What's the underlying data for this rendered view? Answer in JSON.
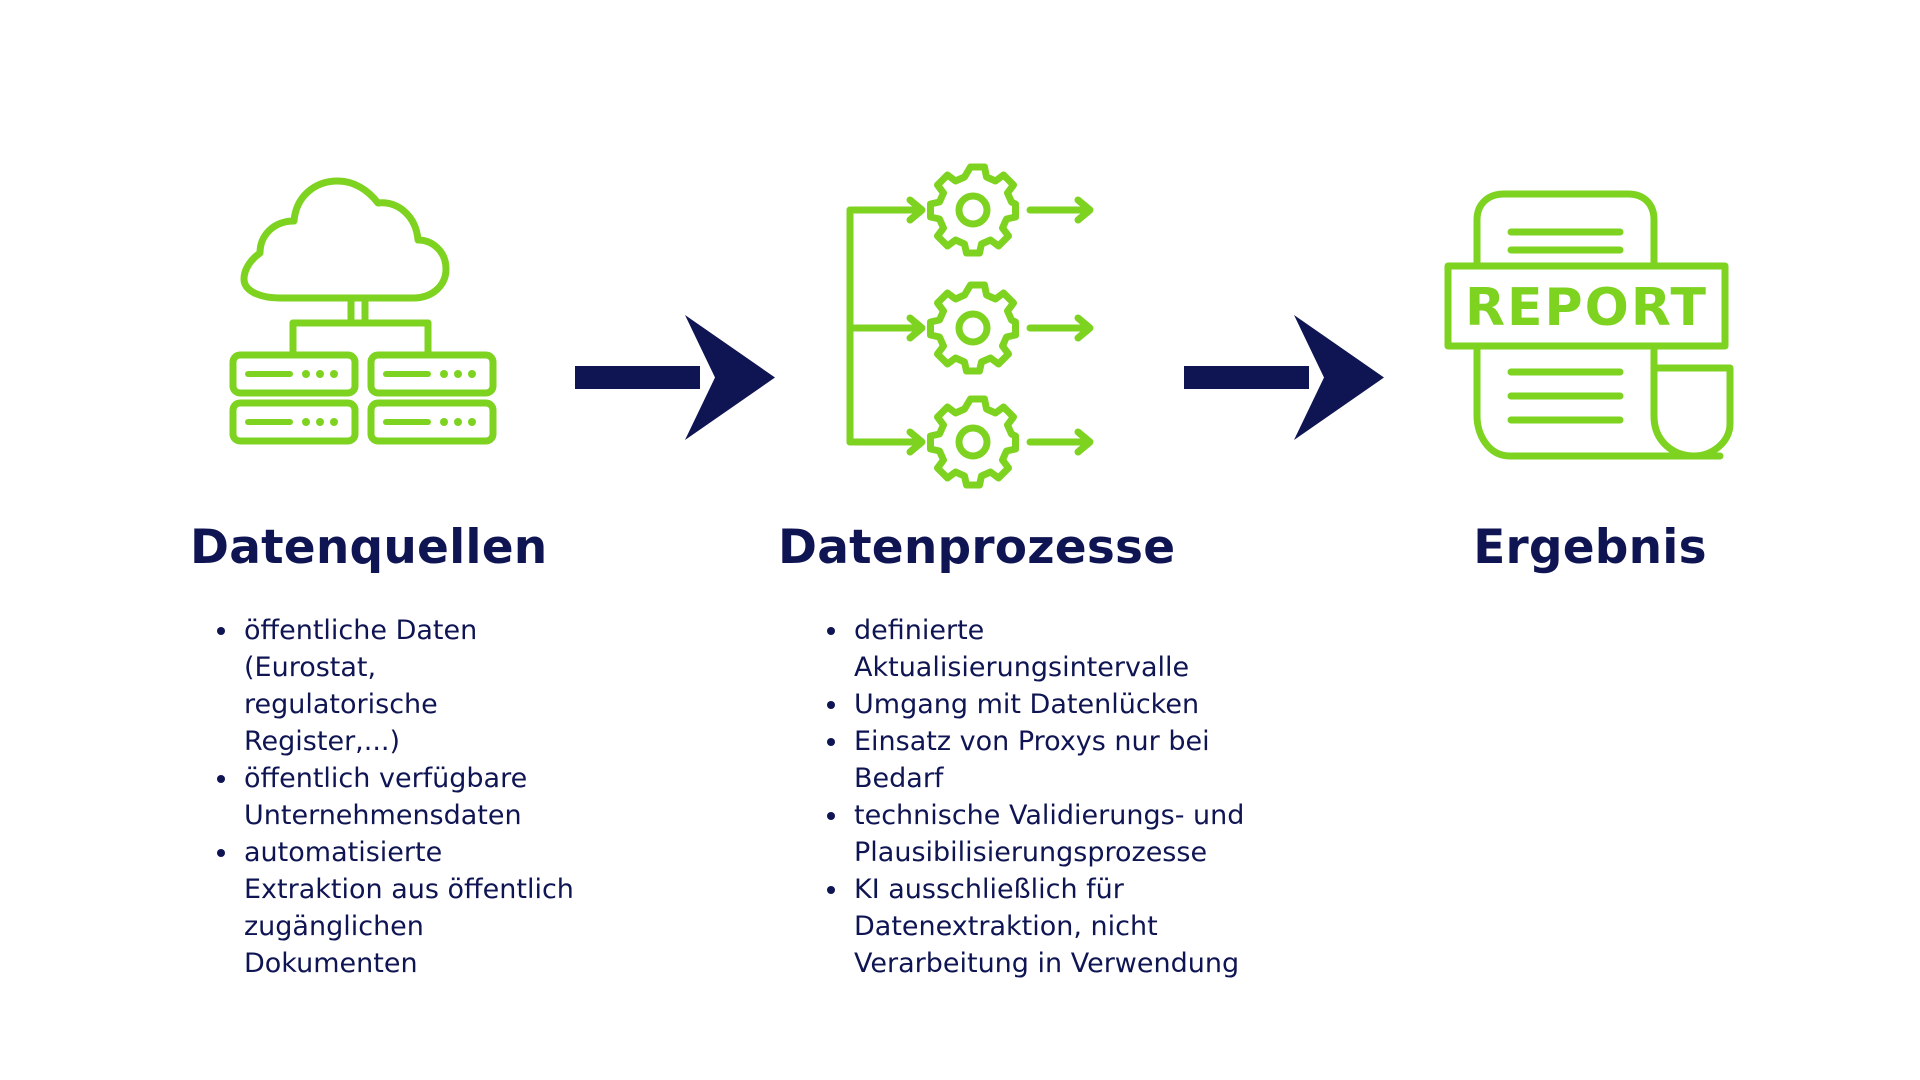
{
  "colors": {
    "accent": "#7ed321",
    "navy": "#0f1552",
    "background": "#ffffff"
  },
  "steps": [
    {
      "icon": "cloud-servers-icon",
      "title": "Datenquellen",
      "bullets": [
        "öffentliche Daten (Eurostat, regulatorische Register,...)",
        "öffentlich verfügbare Unternehmensdaten",
        "automatisierte Extraktion aus öffentlich zugänglichen Dokumenten"
      ]
    },
    {
      "icon": "gears-process-icon",
      "title": "Datenprozesse",
      "bullets": [
        "definierte Aktualisierungsintervalle",
        "Umgang mit Datenlücken",
        "Einsatz von Proxys nur bei Bedarf",
        "technische Validierungs- und Plausibilisierungsprozesse",
        "KI ausschließlich für Datenextraktion, nicht Verarbeitung in Verwendung"
      ]
    },
    {
      "icon": "report-document-icon",
      "title": "Ergebnis",
      "report_label": "REPORT"
    }
  ],
  "connectors": [
    "arrow-right-icon",
    "arrow-right-icon"
  ]
}
